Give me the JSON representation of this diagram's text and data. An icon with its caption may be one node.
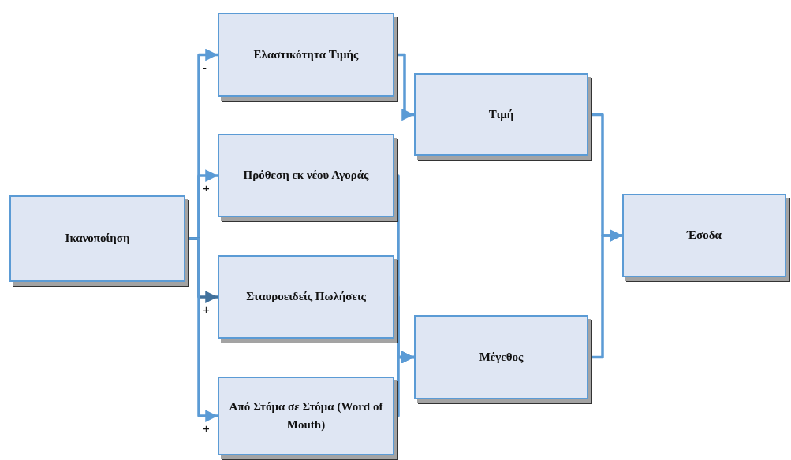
{
  "diagram": {
    "nodes": [
      {
        "text": [
          "Ικανοποίηση"
        ]
      },
      {
        "text": [
          "Ελαστικότητα Τιμής"
        ]
      },
      {
        "text": [
          "Πρόθεση εκ νέου Αγοράς"
        ]
      },
      {
        "text": [
          "Σταυροειδείς Πωλήσεις"
        ]
      },
      {
        "text": [
          "Από Στόμα σε Στόμα (Word of Mouth)"
        ]
      },
      {
        "text": [
          "Τιμή"
        ]
      },
      {
        "text": [
          "Μέγεθος"
        ]
      },
      {
        "text": [
          "Έσοδα"
        ]
      }
    ],
    "edges": [
      {
        "from": 0,
        "to": 1,
        "arrow": "to",
        "label": "-"
      },
      {
        "from": 0,
        "to": 2,
        "arrow": "to",
        "label": "+"
      },
      {
        "from": 0,
        "to": 3,
        "arrow": "to",
        "label": "+",
        "color": "#41719c"
      },
      {
        "from": 0,
        "to": 4,
        "arrow": "to",
        "label": "+"
      },
      {
        "from": 1,
        "to": 5,
        "arrow": "to"
      },
      {
        "from": 2,
        "to": 6,
        "arrow": "to"
      },
      {
        "from": 3,
        "to": 6,
        "arrow": "to"
      },
      {
        "from": 4,
        "to": 6,
        "arrow": "to"
      },
      {
        "from": 5,
        "to": 7,
        "arrow": "to"
      },
      {
        "from": 6,
        "to": 7,
        "arrow": "to"
      }
    ]
  }
}
